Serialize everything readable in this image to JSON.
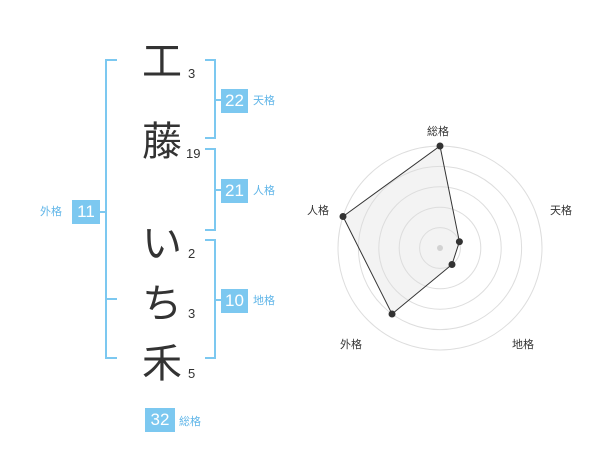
{
  "name": {
    "chars": [
      {
        "char": "工",
        "strokes": "3"
      },
      {
        "char": "藤",
        "strokes": "19"
      },
      {
        "char": "い",
        "strokes": "2"
      },
      {
        "char": "ち",
        "strokes": "3"
      },
      {
        "char": "禾",
        "strokes": "5"
      }
    ]
  },
  "kakusu": {
    "tenkaku": {
      "value": "22",
      "label": "天格"
    },
    "jinkaku": {
      "value": "21",
      "label": "人格"
    },
    "chikaku": {
      "value": "10",
      "label": "地格"
    },
    "gaikaku": {
      "value": "11",
      "label": "外格"
    },
    "soukaku": {
      "value": "32",
      "label": "総格"
    }
  },
  "colors": {
    "accent": "#7cc8f0",
    "label": "#5fb5e8",
    "bracket": "#7cc8f0"
  },
  "chart_data": {
    "type": "radar",
    "axes": [
      "総格",
      "天格",
      "地格",
      "外格",
      "人格"
    ],
    "values": [
      5,
      1,
      1,
      4,
      5
    ],
    "rmax": 5,
    "rings": 5
  }
}
